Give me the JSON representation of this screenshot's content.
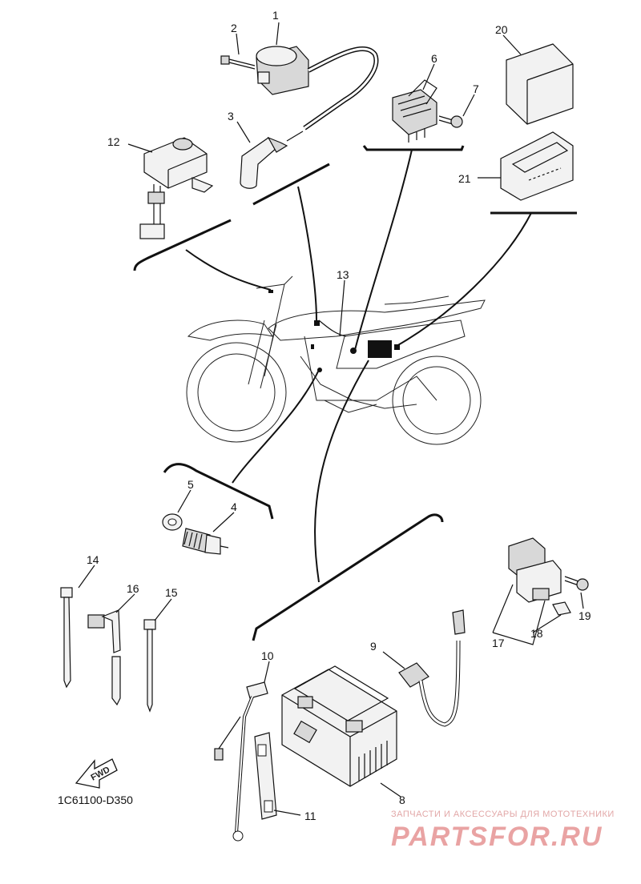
{
  "diagram_code": "1C61100-D350",
  "fwd_label": "FWD",
  "watermark": {
    "tagline": "ЗАПЧАСТИ И АКСЕССУАРЫ ДЛЯ МОТОТЕХНИКИ",
    "brand": "PARTSFOR.RU"
  },
  "callouts": [
    "1",
    "2",
    "3",
    "4",
    "5",
    "6",
    "7",
    "8",
    "9",
    "10",
    "11",
    "12",
    "13",
    "14",
    "15",
    "16",
    "17",
    "18",
    "19",
    "20",
    "21"
  ]
}
